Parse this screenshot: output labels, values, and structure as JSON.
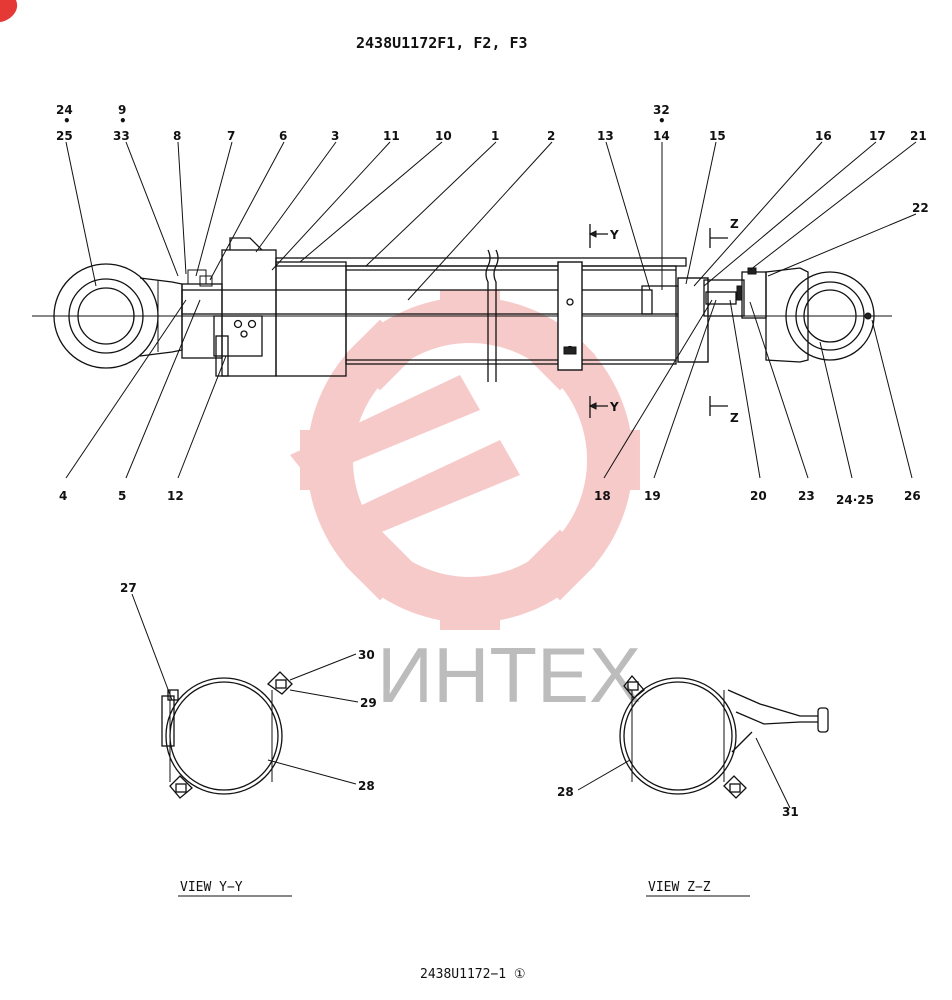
{
  "title": "2438U1172F1, F2, F3",
  "drawing_number": "2438U1172−1 ①",
  "watermark": {
    "text": "ИНТЕХ",
    "color": "#f2a0a0"
  },
  "brand_mark_color": "#e53935",
  "section_marks": {
    "y": "Y",
    "z": "Z"
  },
  "views": {
    "y_y": "VIEW   Y−Y",
    "z_z": "VIEW   Z−Z"
  },
  "callouts": {
    "c1": "1",
    "c2": "2",
    "c3": "3",
    "c4": "4",
    "c5": "5",
    "c6": "6",
    "c7": "7",
    "c8": "8",
    "c9_33_top": "9",
    "c9_33_bottom": "33",
    "c10": "10",
    "c11": "11",
    "c12": "12",
    "c13": "13",
    "c32_14_top": "32",
    "c32_14_bottom": "14",
    "c15": "15",
    "c16": "16",
    "c17": "17",
    "c18": "18",
    "c19": "19",
    "c20": "20",
    "c21": "21",
    "c22": "22",
    "c23": "23",
    "c24_25_left_top": "24",
    "c24_25_left_bottom": "25",
    "c24_25_right": "24·25",
    "c26": "26",
    "c27": "27",
    "c28_left": "28",
    "c28_right": "28",
    "c29": "29",
    "c30": "30",
    "c31": "31"
  }
}
